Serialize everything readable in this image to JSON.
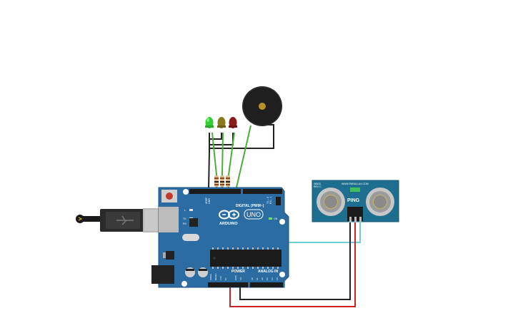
{
  "circuit": {
    "arduino": {
      "board_name": "UNO",
      "brand_label": "ARDUINO",
      "digital_label": "DIGITAL (PWM~)",
      "analog_label": "ANALOG IN",
      "power_label": "POWER",
      "on_label": "ON",
      "aref_label": "AREF",
      "gnd_label": "GND",
      "l_label": "L",
      "tx_label": "TX",
      "rx_label": "RX",
      "tx0_label": "TX→0",
      "rx0_label": "RX←1",
      "ioref_label": "IOREF",
      "reset_label": "RESET",
      "v33_label": "3.3V",
      "v5_label": "5V",
      "vin_label": "Vin",
      "a_pins": [
        "A0",
        "A1",
        "A2",
        "A3",
        "A4",
        "A5"
      ]
    },
    "sensor": {
      "model_label": "PING",
      "url_label": "WWW.PARALLAX.COM",
      "rev_label": "REV C",
      "part_label": "28015"
    },
    "leds": [
      {
        "color_name": "green",
        "color": "#33cc33"
      },
      {
        "color_name": "yellow",
        "color": "#8a7a1e"
      },
      {
        "color_name": "red",
        "color": "#8b1a1a"
      }
    ],
    "colors": {
      "board": "#2b6ca3",
      "board_edge": "#1d5180",
      "sensor_board": "#1e6f8f",
      "wire_black": "#222222",
      "wire_red": "#cc2222",
      "wire_green": "#4cad3e",
      "wire_cyan": "#6ccfd6",
      "buzzer": "#222222"
    }
  }
}
